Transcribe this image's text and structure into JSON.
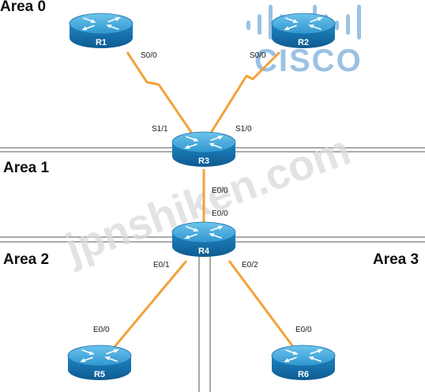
{
  "areas": {
    "area0": "Area 0",
    "area1": "Area 1",
    "area2": "Area 2",
    "area3": "Area 3"
  },
  "routers": {
    "r1": "R1",
    "r2": "R2",
    "r3": "R3",
    "r4": "R4",
    "r5": "R5",
    "r6": "R6"
  },
  "interfaces": {
    "r1_s0_0": "S0/0",
    "r2_s0_0": "S0/0",
    "r3_s1_1": "S1/1",
    "r3_s1_0": "S1/0",
    "r3_e0_0": "E0/0",
    "r4_e0_0": "E0/0",
    "r4_e0_1": "E0/1",
    "r4_e0_2": "E0/2",
    "r5_e0_0": "E0/0",
    "r6_e0_0": "E0/0"
  },
  "watermark": {
    "logo_text": "CISCO",
    "text": "jpnshiken.com"
  },
  "colors": {
    "router_top": "#3aa3d6",
    "router_side": "#1a78b8",
    "router_dark": "#0f5d93",
    "link_orange": "#f2a23a",
    "boundary_line": "#555555"
  },
  "icons": {
    "router": "router-icon"
  }
}
